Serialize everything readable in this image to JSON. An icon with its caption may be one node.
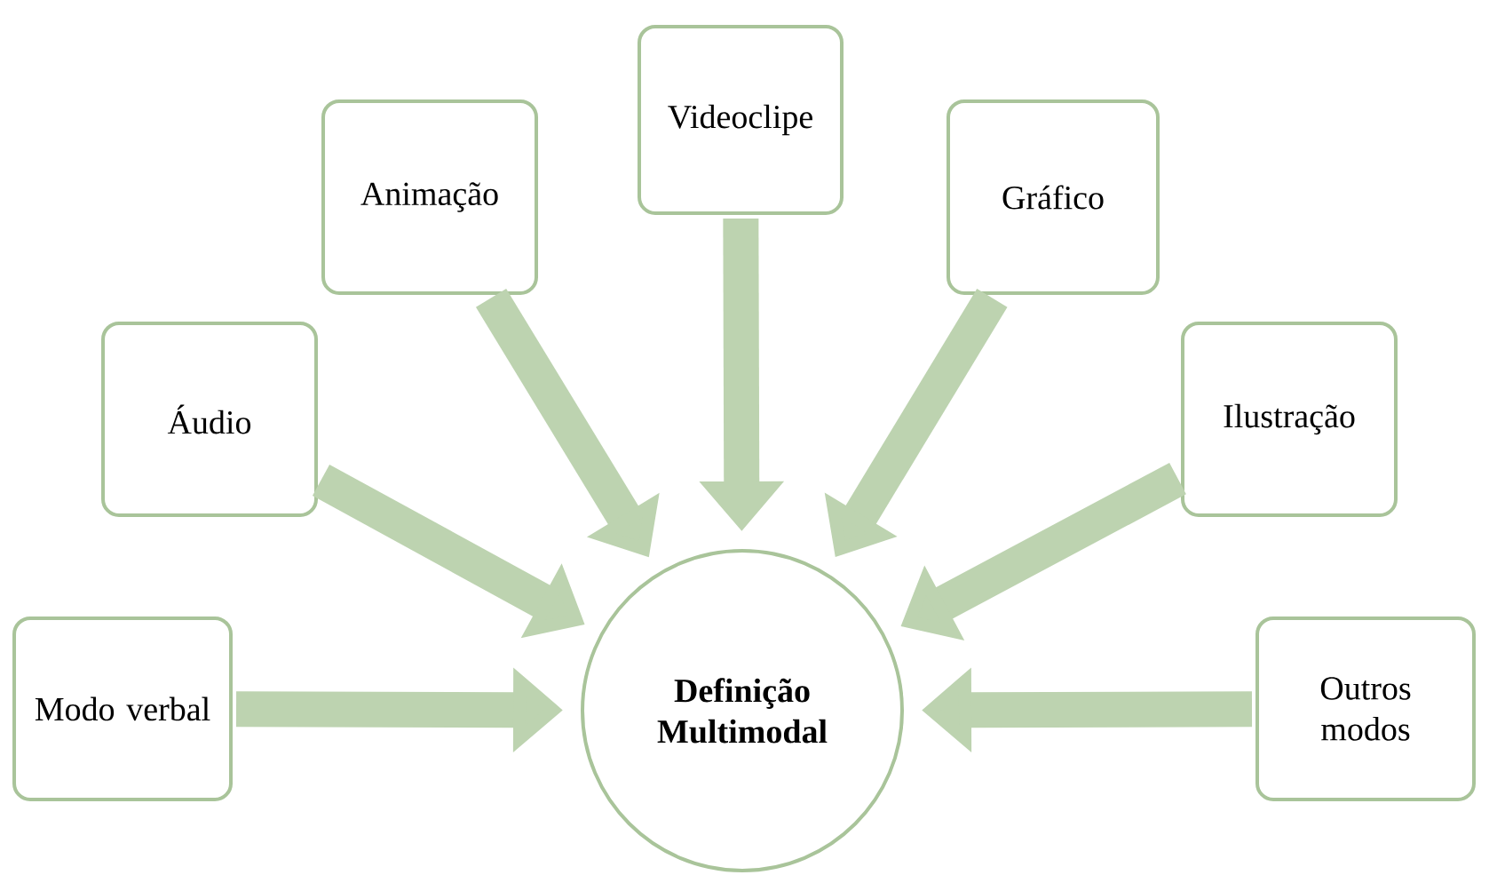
{
  "diagram": {
    "nodes": [
      {
        "text": [
          "Modo verbal"
        ]
      },
      {
        "text": [
          "Áudio"
        ]
      },
      {
        "text": [
          "Animação"
        ]
      },
      {
        "text": [
          "Videoclipe"
        ]
      },
      {
        "text": [
          "Gráfico"
        ]
      },
      {
        "text": [
          "Ilustração"
        ]
      },
      {
        "text": [
          "Outros modos"
        ]
      },
      {
        "text": [
          "**Definição Multimodal**"
        ]
      }
    ],
    "edges": [
      {
        "from": 0,
        "to": 7,
        "arrow": "to"
      },
      {
        "from": 1,
        "to": 7,
        "arrow": "to"
      },
      {
        "from": 2,
        "to": 7,
        "arrow": "to"
      },
      {
        "from": 3,
        "to": 7,
        "arrow": "to"
      },
      {
        "from": 4,
        "to": 7,
        "arrow": "to"
      },
      {
        "from": 5,
        "to": 7,
        "arrow": "to"
      },
      {
        "from": 6,
        "to": 7,
        "arrow": "to"
      }
    ]
  }
}
